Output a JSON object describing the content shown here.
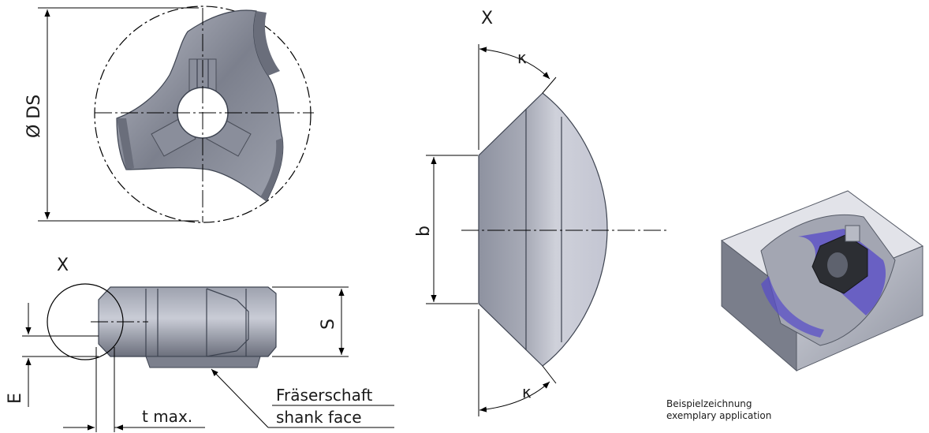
{
  "labels": {
    "diameter": "Ø DS",
    "view_marker_side": "X",
    "view_marker_detail": "X",
    "dim_s": "S",
    "dim_e": "E",
    "dim_b": "b",
    "dim_t": "t max.",
    "angle_top": "κ",
    "angle_bottom": "κ",
    "callout_de": "Fräserschaft",
    "callout_en": "shank face",
    "note_de": "Beispielzeichnung",
    "note_en": "exemplary application"
  },
  "colors": {
    "steel_light": "#c9ccd6",
    "steel_mid": "#8b8f9d",
    "steel_dark": "#5c606d",
    "insert_black": "#2c2e33",
    "coating_purple": "#5a4fc7"
  }
}
